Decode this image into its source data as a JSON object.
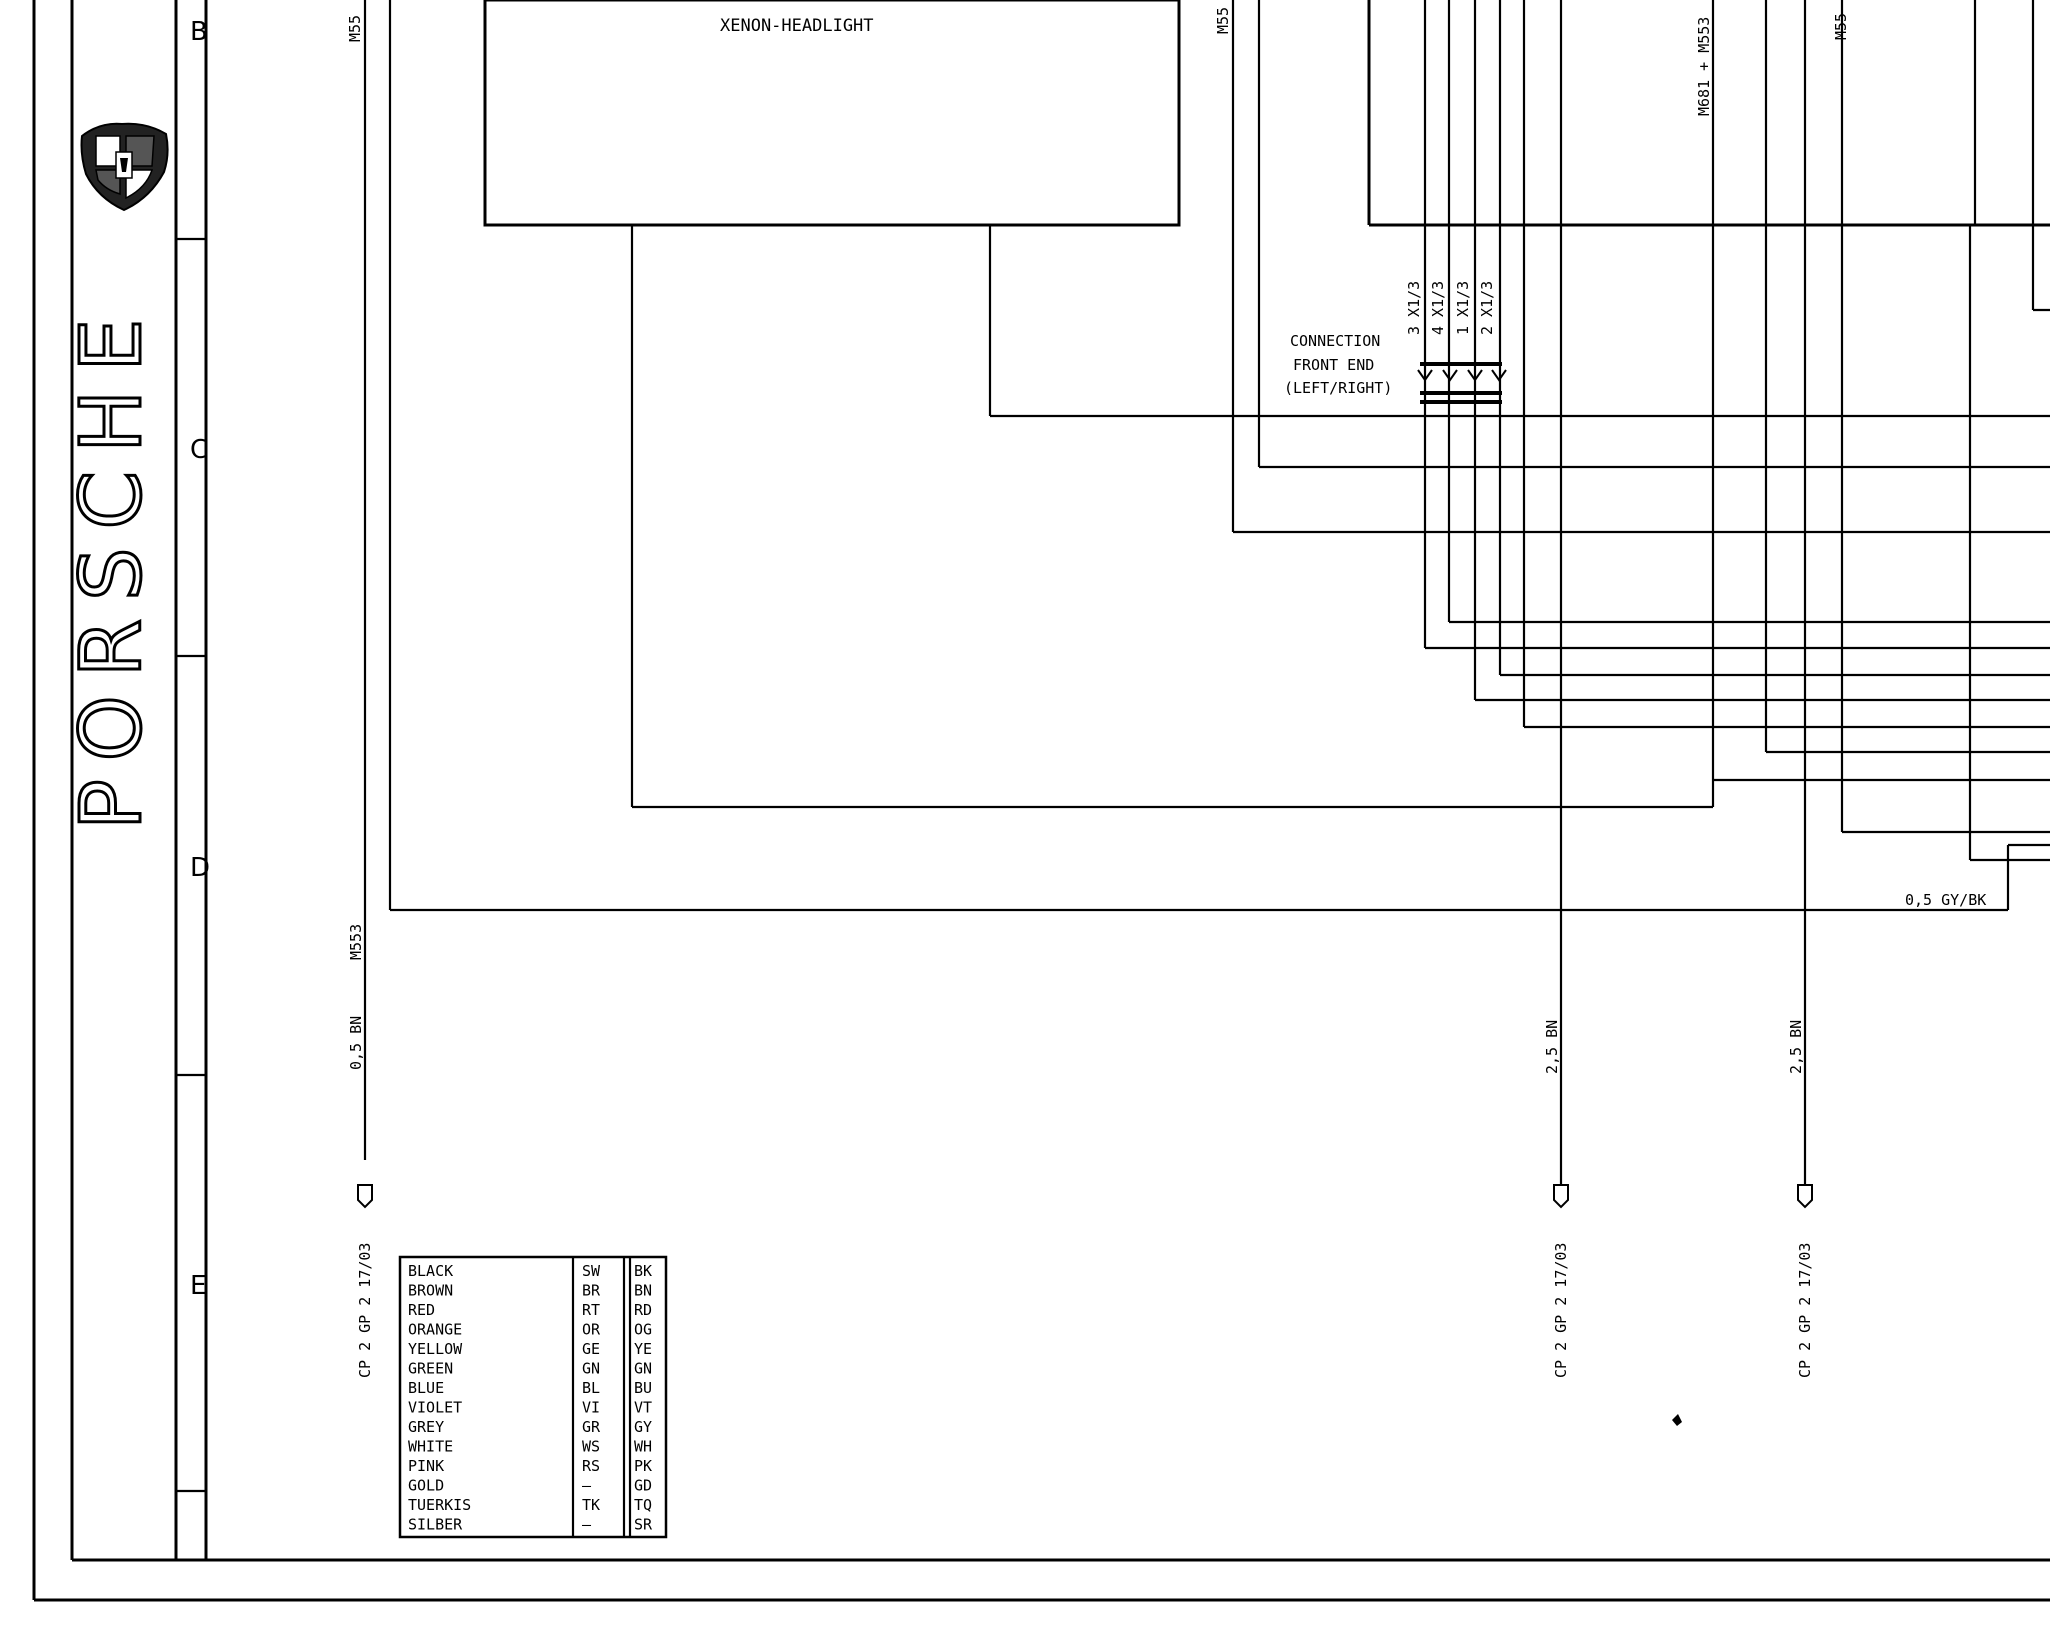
{
  "title_block": {
    "brand": "PORSCHE",
    "zones": [
      "B",
      "C",
      "D",
      "E"
    ]
  },
  "components": {
    "xenon_headlight": "XENON-HEADLIGHT",
    "connection_label": [
      "CONNECTION",
      "FRONT END",
      "(LEFT/RIGHT)"
    ],
    "connector_pins": [
      "3 X1/3",
      "4 X1/3",
      "1 X1/3",
      "2 X1/3"
    ]
  },
  "wire_labels": {
    "m55_a": "M55",
    "m55_b": "M55",
    "m55_c": "M55",
    "m681_m553": "M681 + M553",
    "m553": "M553",
    "wire_05_bn": "0,5 BN",
    "wire_25_bn_a": "2,5 BN",
    "wire_25_bn_b": "2,5 BN",
    "wire_05_gybk": "0,5 GY/BK",
    "ground_a": "CP 2 GP 2  17/03",
    "ground_b": "CP 2 GP 2  17/03",
    "ground_c": "CP 2 GP 2  17/03"
  },
  "color_legend": [
    {
      "name": "BLACK",
      "de": "SW",
      "en": "BK"
    },
    {
      "name": "BROWN",
      "de": "BR",
      "en": "BN"
    },
    {
      "name": "RED",
      "de": "RT",
      "en": "RD"
    },
    {
      "name": "ORANGE",
      "de": "OR",
      "en": "OG"
    },
    {
      "name": "YELLOW",
      "de": "GE",
      "en": "YE"
    },
    {
      "name": "GREEN",
      "de": "GN",
      "en": "GN"
    },
    {
      "name": "BLUE",
      "de": "BL",
      "en": "BU"
    },
    {
      "name": "VIOLET",
      "de": "VI",
      "en": "VT"
    },
    {
      "name": "GREY",
      "de": "GR",
      "en": "GY"
    },
    {
      "name": "WHITE",
      "de": "WS",
      "en": "WH"
    },
    {
      "name": "PINK",
      "de": "RS",
      "en": "PK"
    },
    {
      "name": "GOLD",
      "de": "—",
      "en": "GD"
    },
    {
      "name": "TUERKIS",
      "de": "TK",
      "en": "TQ"
    },
    {
      "name": "SILBER",
      "de": "—",
      "en": "SR"
    }
  ]
}
